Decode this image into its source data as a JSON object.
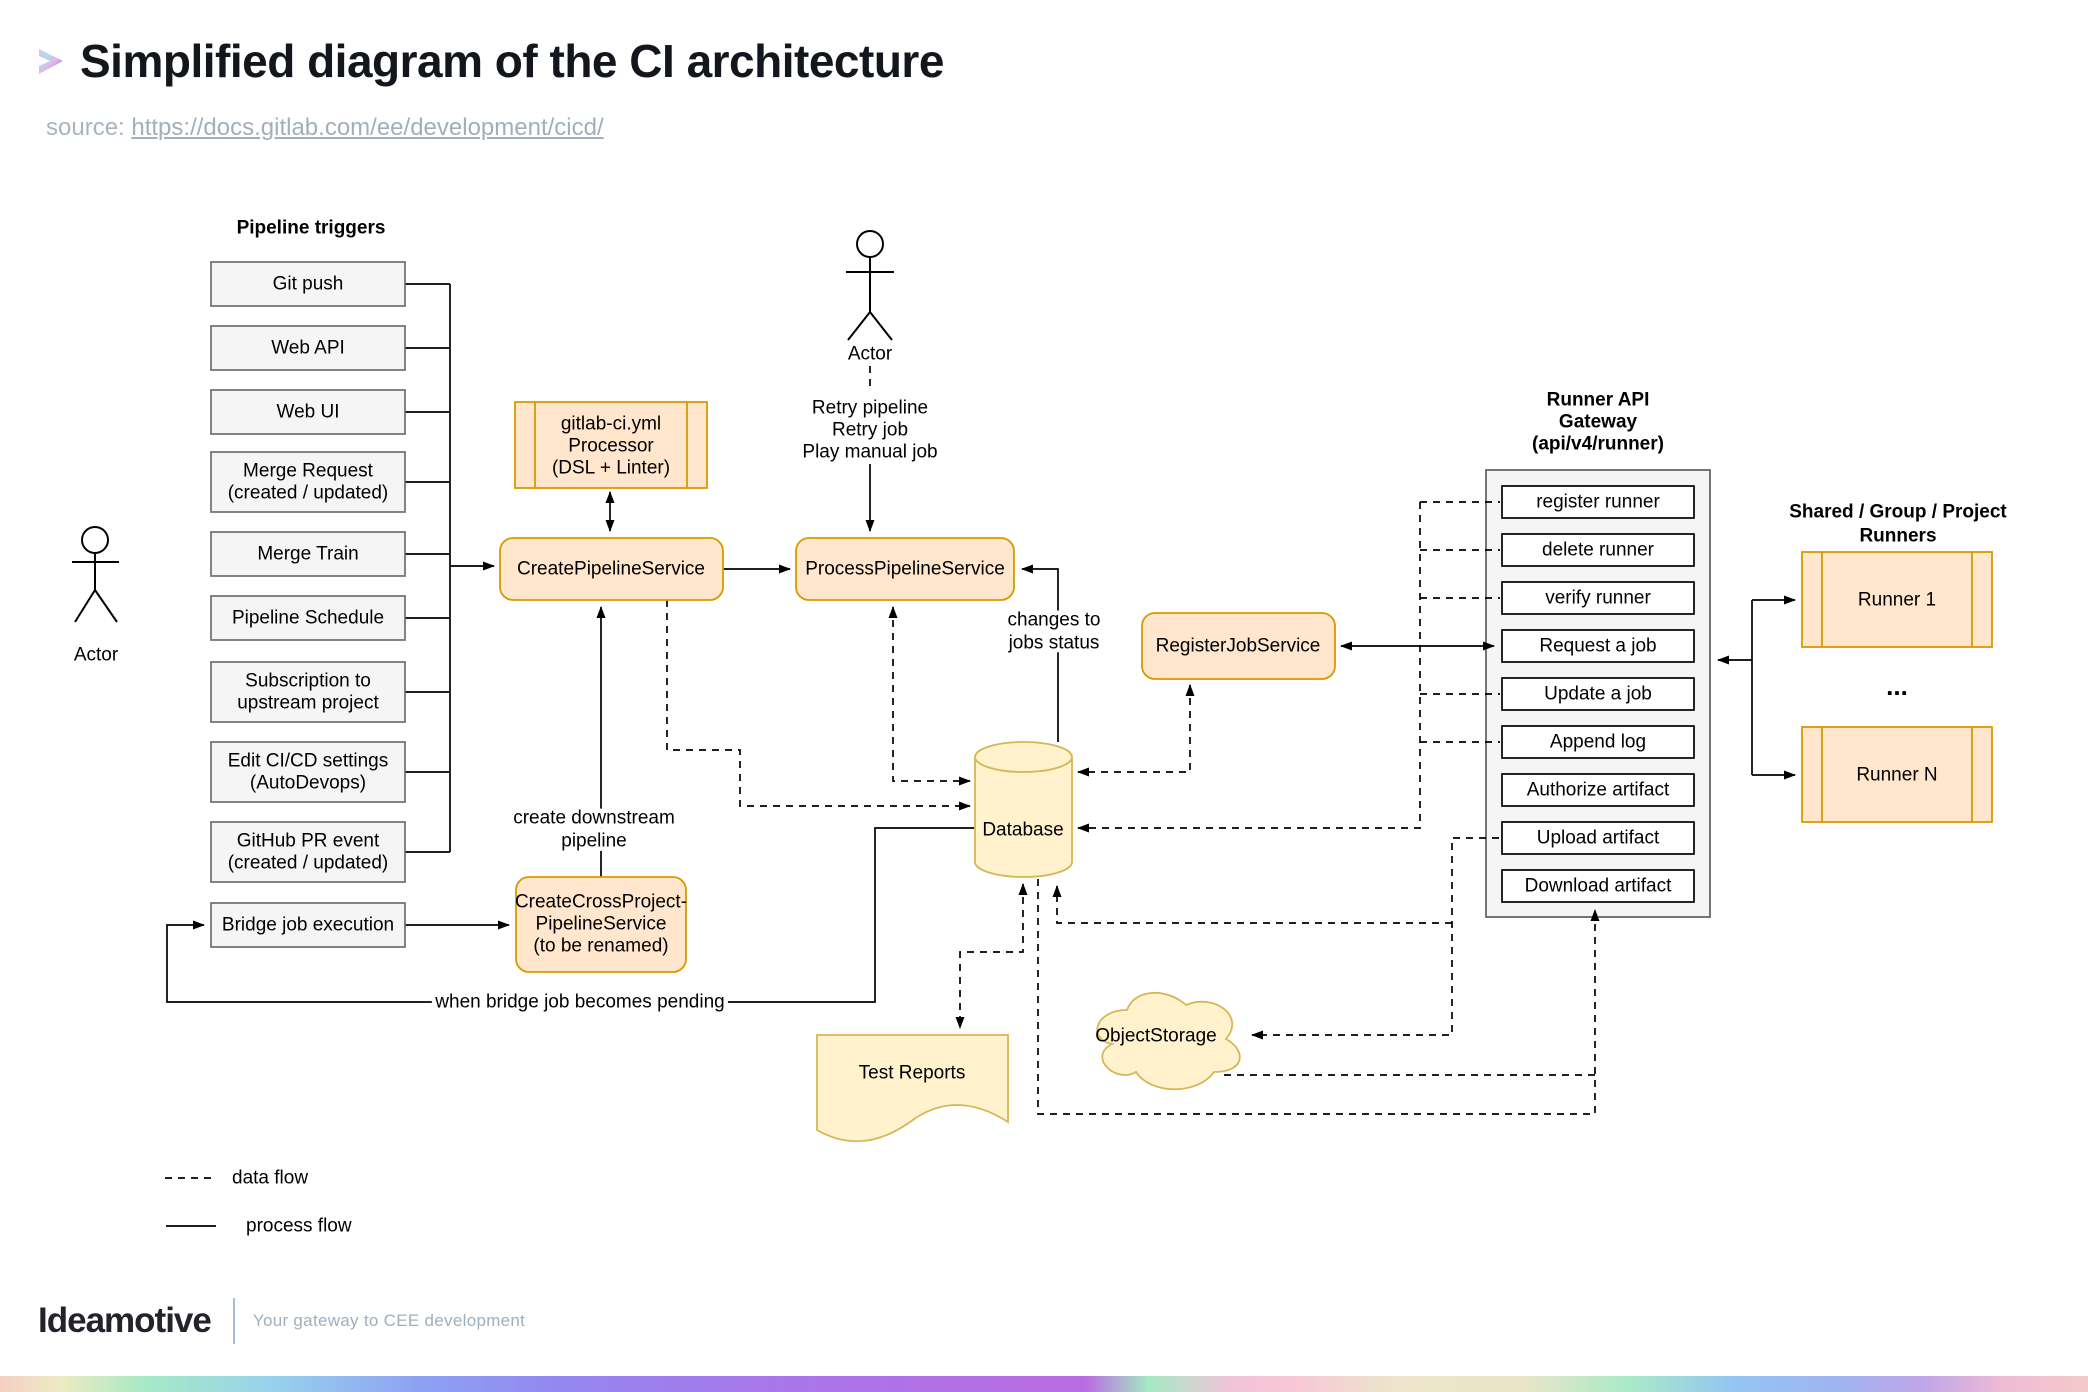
{
  "header": {
    "title": "Simplified diagram of the CI architecture",
    "source_prefix": "source:",
    "source_url": "https://docs.gitlab.com/ee/development/cicd/"
  },
  "diagram": {
    "triggers_title": "Pipeline triggers",
    "triggers": [
      {
        "line1": "Git push",
        "line2": ""
      },
      {
        "line1": "Web API",
        "line2": ""
      },
      {
        "line1": "Web UI",
        "line2": ""
      },
      {
        "line1": "Merge Request",
        "line2": "(created / updated)"
      },
      {
        "line1": "Merge Train",
        "line2": ""
      },
      {
        "line1": "Pipeline Schedule",
        "line2": ""
      },
      {
        "line1": "Subscription to",
        "line2": "upstream project"
      },
      {
        "line1": "Edit CI/CD settings",
        "line2": "(AutoDevops)"
      },
      {
        "line1": "GitHub PR event",
        "line2": "(created / updated)"
      },
      {
        "line1": "Bridge job execution",
        "line2": ""
      }
    ],
    "actor_left_label": "Actor",
    "actor_top_label": "Actor",
    "actor_actions": {
      "line1": "Retry pipeline",
      "line2": "Retry job",
      "line3": "Play manual job"
    },
    "nodes": {
      "processor": {
        "line1": "gitlab-ci.yml",
        "line2": "Processor",
        "line3": "(DSL + Linter)"
      },
      "create_pipeline": "CreatePipelineService",
      "process_pipeline": "ProcessPipelineService",
      "register_job": "RegisterJobService",
      "create_cross_project": {
        "line1": "CreateCrossProject-",
        "line2": "PipelineService",
        "line3": "(to be renamed)"
      },
      "database": "Database",
      "test_reports": "Test Reports",
      "object_storage": "ObjectStorage"
    },
    "gateway": {
      "title_line1": "Runner API",
      "title_line2": "Gateway",
      "title_line3": "(api/v4/runner)",
      "items": [
        "register runner",
        "delete runner",
        "verify runner",
        "Request a job",
        "Update a job",
        "Append log",
        "Authorize artifact",
        "Upload artifact",
        "Download artifact"
      ]
    },
    "runners": {
      "title_line1": "Shared / Group / Project",
      "title_line2": "Runners",
      "runner1": "Runner 1",
      "ellipsis": "...",
      "runnerN": "Runner N"
    },
    "edge_labels": {
      "changes_line1": "changes to",
      "changes_line2": "jobs status",
      "downstream_line1": "create downstream",
      "downstream_line2": "pipeline",
      "pending": "when bridge job becomes pending"
    }
  },
  "legend": {
    "data_flow": "data flow",
    "process_flow": "process flow"
  },
  "footer": {
    "brand": "Ideamotive",
    "tagline": "Your gateway to CEE development"
  },
  "colors": {
    "service_fill": "#ffe6cc",
    "service_stroke": "#d79b00",
    "storage_fill": "#fff2cc",
    "storage_stroke": "#d6b656",
    "trigger_fill": "#f5f5f5",
    "trigger_stroke": "#666666",
    "item_fill": "#ffffff",
    "item_stroke": "#000000",
    "line": "#000000",
    "title_text": "#14161d",
    "muted_text": "#a9b4bf",
    "footer_divider": "#a9bdd1",
    "gradient_bar": [
      "#f6cfc4",
      "#ecebc2",
      "#a6e9c6",
      "#97d2ec",
      "#8da2f2",
      "#a678ea",
      "#b56ee3",
      "#a4eac4",
      "#f2c3d8",
      "#ece5cb",
      "#a9eac8",
      "#93c5f1",
      "#bfa5e9",
      "#f4c9ca"
    ]
  }
}
